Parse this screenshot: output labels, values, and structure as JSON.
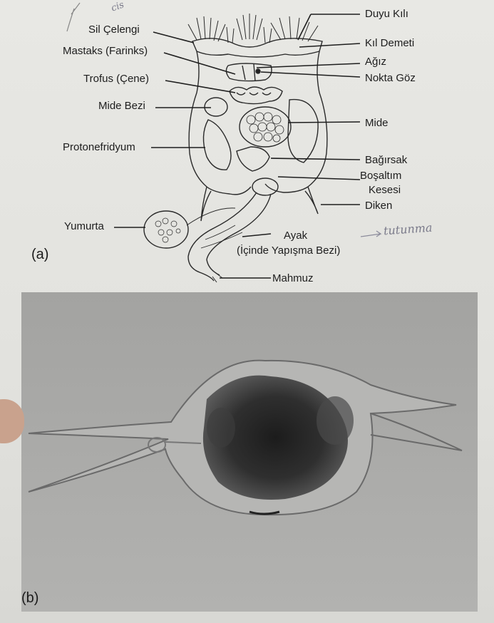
{
  "panel_a": {
    "label": "(a)",
    "labels_left": {
      "sil_celengi": "Sil Çelengi",
      "mastaks": "Mastaks (Farinks)",
      "trofus": "Trofus (Çene)",
      "mide_bezi": "Mide Bezi",
      "protonefridyum": "Protonefridyum",
      "yumurta": "Yumurta"
    },
    "labels_right": {
      "duyu_kili": "Duyu Kılı",
      "kil_demeti": "Kıl Demeti",
      "agiz": "Ağız",
      "nokta_goz": "Nokta Göz",
      "mide": "Mide",
      "bagirsak": "Bağırsak",
      "bosaltim_1": "Boşaltım",
      "bosaltim_2": "Kesesi",
      "diken": "Diken"
    },
    "labels_bottom": {
      "ayak_1": "Ayak",
      "ayak_2": "(İçinde Yapışma Bezi)",
      "mahmuz": "Mahmuz"
    },
    "handwriting": {
      "note_top": "cis",
      "note_right": "tutunma"
    }
  },
  "panel_b": {
    "label": "(b)"
  },
  "colors": {
    "ink": "#1d1d1d",
    "photo_bg": "#a9a9a7",
    "paper": "#e6e6e2"
  }
}
